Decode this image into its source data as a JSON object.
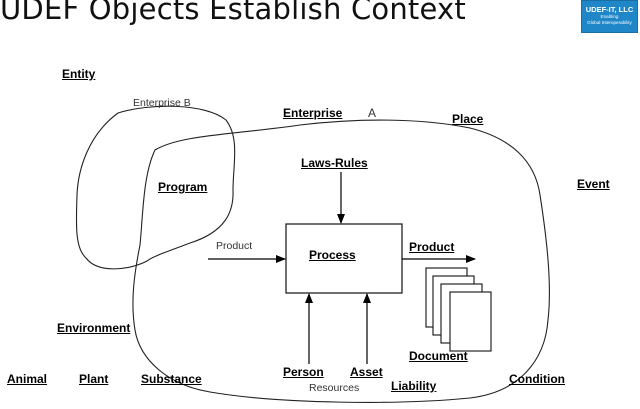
{
  "title": "UDEF Objects Establish Context",
  "logo": {
    "name": "UDEF-IT, LLC",
    "line2": "Enabling",
    "line3": "Global Interoperability",
    "color": "#1f86c8"
  },
  "labels": {
    "entity": "Entity",
    "enterprise_b": "Enterprise B",
    "enterprise": "Enterprise",
    "enterprise_a": "A",
    "place": "Place",
    "event": "Event",
    "program": "Program",
    "laws_rules": "Laws-Rules",
    "product_in": "Product",
    "process": "Process",
    "product_out": "Product",
    "environment": "Environment",
    "document": "Document",
    "person": "Person",
    "asset": "Asset",
    "resources": "Resources",
    "animal": "Animal",
    "plant": "Plant",
    "substance": "Substance",
    "liability": "Liability",
    "condition": "Condition"
  }
}
